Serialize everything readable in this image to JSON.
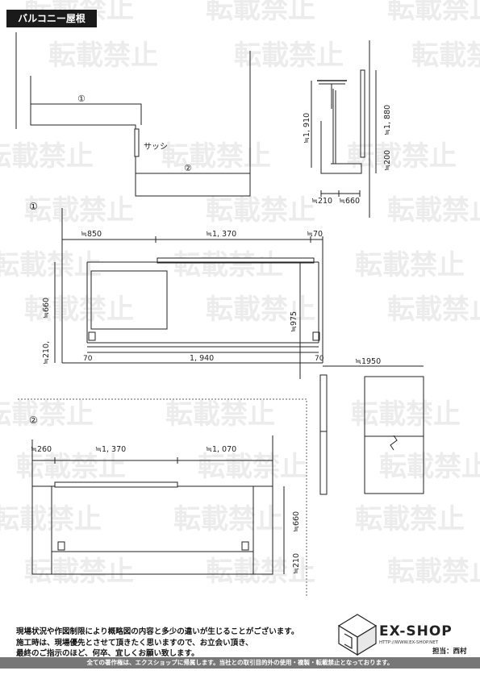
{
  "title": "バルコニー屋根",
  "watermark": "転載禁止",
  "labels": {
    "sash": "サッシ",
    "section_1": "①",
    "section_2": "②"
  },
  "dimensions": {
    "side_1880": "≒1, 880",
    "side_1910": "≒1, 910",
    "side_200": "≒200",
    "side_210": "≒210",
    "side_660": "≒660",
    "p1_850": "≒850",
    "p1_1370": "≒1, 370",
    "p1_70_top": "≒70",
    "p1_660": "≒660",
    "p1_975": "≒975",
    "p1_210": "≒210,",
    "p1_70_left": "70",
    "p1_1940": "1, 940",
    "p1_70_right": "70",
    "elev_1950": "≒1950",
    "p2_260": "≒260",
    "p2_1370": "≒1, 370",
    "p2_1070": "≒1, 070",
    "p2_660": "≒660",
    "p2_210": "≒210"
  },
  "notes": [
    "現場状況や作図制限により概略図の内容と多少の違いが生じることがございます。",
    "施工時は、現場優先とさせて頂きたく思いますので、お立会い頂き、",
    "最終のご指示のほど、何卒、宜しくお願い致します。"
  ],
  "brand": {
    "name": "EX-SHOP",
    "url": "HTTP://WWW.EX-SHOP.NET",
    "staff": "担当：西村"
  },
  "footer": "全ての著作権は、エクスショップに帰属します。当社との取引目的外の使用・複製・転載禁止となっております。"
}
